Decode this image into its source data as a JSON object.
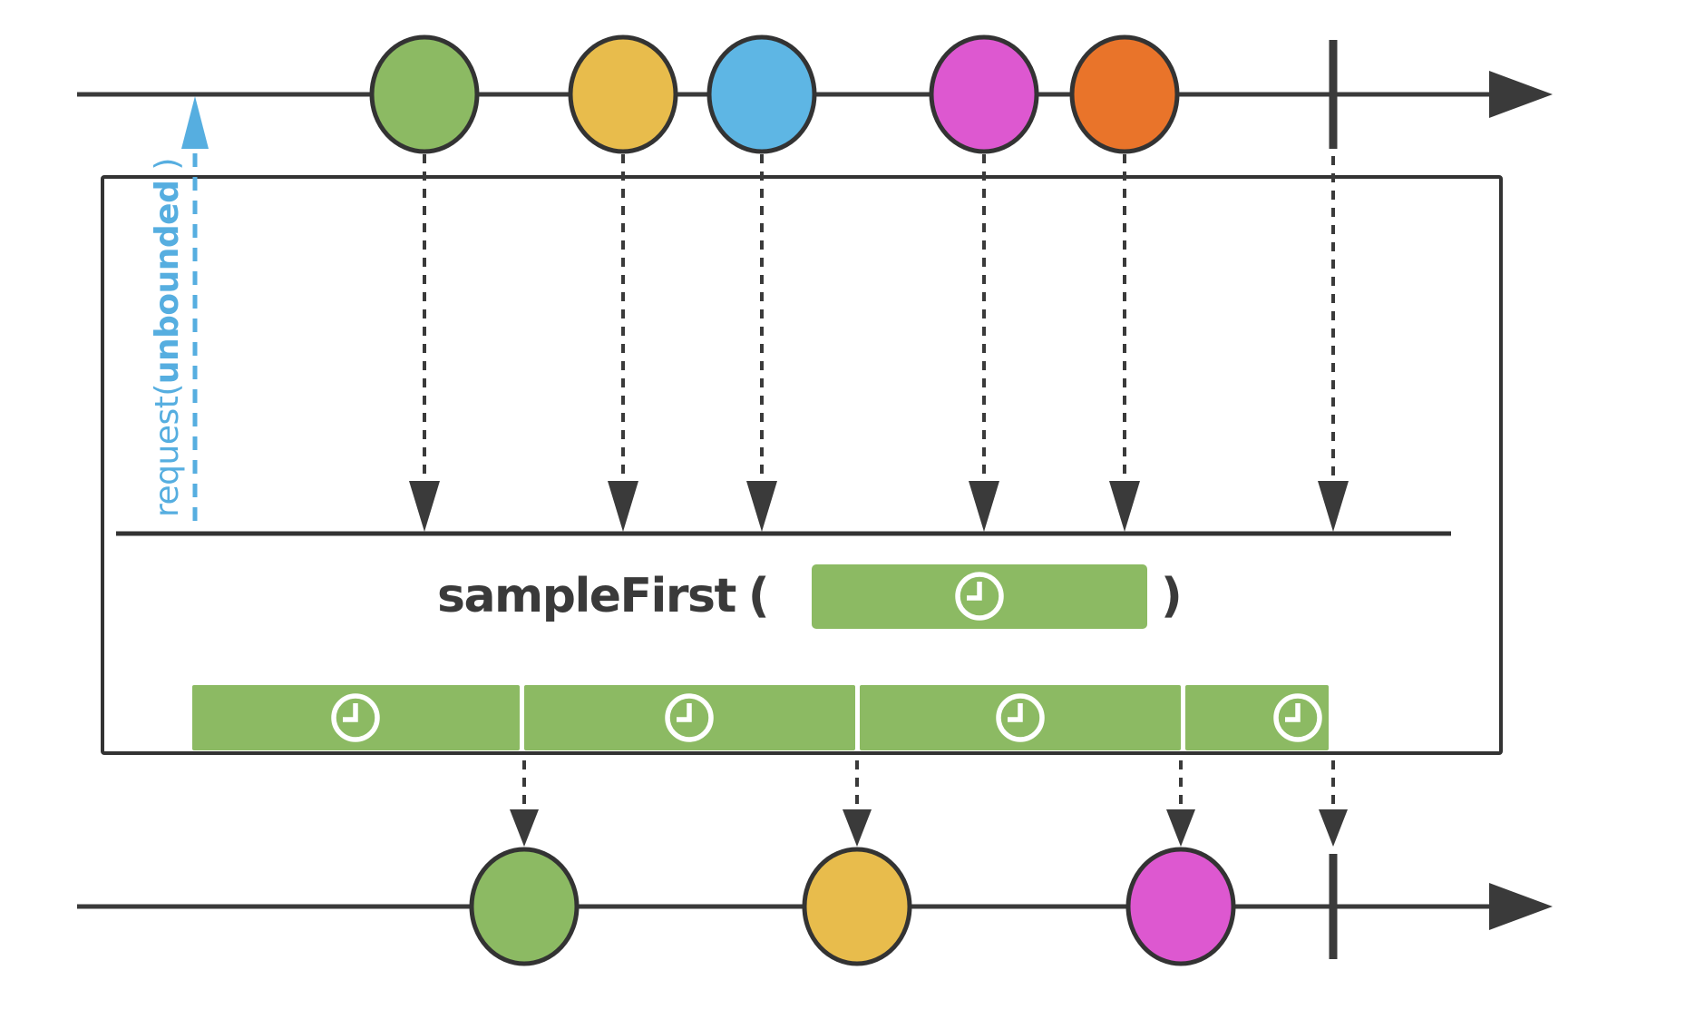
{
  "diagram": {
    "operator": {
      "name": "sampleFirst",
      "open_paren": "(",
      "close_paren": ")",
      "sampler_icon": "clock"
    },
    "request_label": {
      "prefix": "request(",
      "emphasis": "unbounded",
      "suffix": " )"
    },
    "colors": {
      "stroke_dark": "#3a3a3a",
      "window_green": "#8cba63",
      "request_blue": "#56aee0"
    },
    "input_stream": {
      "completed": true,
      "marbles": [
        {
          "name": "green",
          "color": "#8cba63"
        },
        {
          "name": "yellow",
          "color": "#e8bc4c"
        },
        {
          "name": "blue",
          "color": "#5eb6e4"
        },
        {
          "name": "magenta",
          "color": "#dd58d0"
        },
        {
          "name": "orange",
          "color": "#e9742a"
        }
      ]
    },
    "sampler_windows": {
      "count": 4,
      "icon": "clock",
      "color": "#8cba63"
    },
    "output_stream": {
      "completed": true,
      "marbles": [
        {
          "name": "green",
          "color": "#8cba63"
        },
        {
          "name": "yellow",
          "color": "#e8bc4c"
        },
        {
          "name": "magenta",
          "color": "#dd58d0"
        }
      ]
    }
  }
}
